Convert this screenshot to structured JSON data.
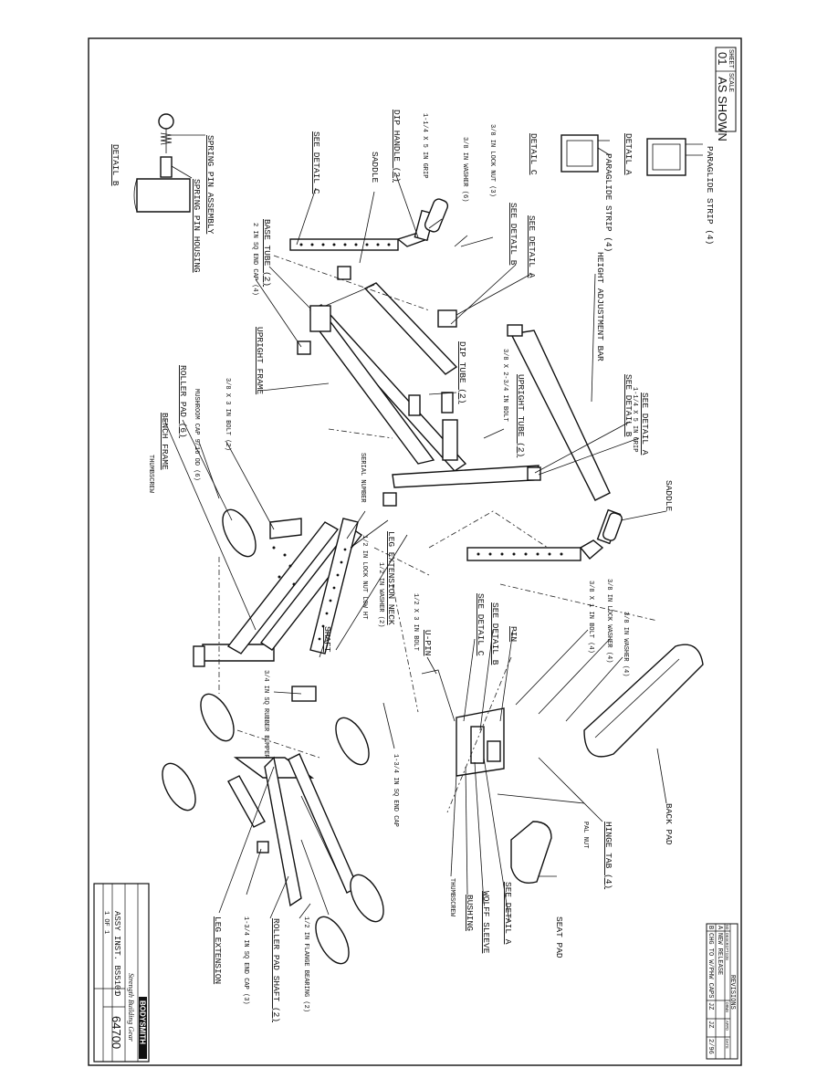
{
  "revisions": {
    "title": "REVISIONS",
    "headers": [
      "NO",
      "DESCRIPTION",
      "DRWN",
      "APPD",
      "DATE"
    ],
    "rows": [
      {
        "no": "A",
        "desc": "NEW RELEASE"
      },
      {
        "no": "B",
        "desc": "CHG TO W/PHW CAPS",
        "drwn": "JZ",
        "appd": "JZ",
        "date": "2/96"
      }
    ]
  },
  "scale_block": {
    "label": "SCALE",
    "value": "AS SHOWN",
    "sheet_label": "SHEET",
    "sheet_value": "01"
  },
  "title_block": {
    "company": "BODYSMITH",
    "tagline": "Strength Building Gear",
    "title": "ASSY INST. BS5101",
    "drawing_no": "64700",
    "size": "D",
    "sheet": "1 OF 1"
  },
  "labels": {
    "paraglide_strip_top": "PARAGLIDE STRIP (4)",
    "detail_a": "DETAIL A",
    "paraglide_strip_c": "PARAGLIDE STRIP (4)",
    "detail_c": "DETAIL C",
    "height_adjustment_bar": "HEIGHT ADJUSTMENT BAR",
    "see_detail_a_1": "SEE DETAIL A",
    "see_detail_b_1": "SEE DETAIL B",
    "lock_nut_3_8": "3/8 IN LOCK NUT (3)",
    "washer_3_8": "3/8 IN WASHER (6)",
    "grip_1": "1-1/4 X 5 IN GRIP",
    "dip_handle": "DIP HANDLE (2)",
    "saddle_1": "SADDLE",
    "see_detail_c_1": "SEE DETAIL C",
    "spring_pin_assembly": "SPRING PIN ASSEMBLY",
    "spring_pin_housing": "SPRING PIN HOUSING",
    "detail_b": "DETAIL B",
    "base_tube": "BASE TUBE (2)",
    "end_cap_2in": "2 IN SQ END CAP (4)",
    "upright_frame": "UPRIGHT FRAME",
    "dip_tube": "DIP TUBE (2)",
    "bolt_3_8_2_3_4": "3/8 X 2-3/4 IN BOLT",
    "upright_tube": "UPRIGHT TUBE (2)",
    "grip_2": "1-1/4 X 5 IN GRIP",
    "see_detail_b_2": "SEE DETAIL B",
    "see_detail_a_2": "SEE DETAIL A",
    "saddle_2": "SADDLE",
    "bolt_3_8_3": "3/8 X 3 IN BOLT (2)",
    "mushroom_cap": "MUSHROOM CAP 9/16 OD (6)",
    "roller_pad": "ROLLER PAD (6)",
    "bench_frame": "BENCH FRAME",
    "thumbscrew_1": "THUMBSCREW",
    "serial_number": "SERIAL NUMBER",
    "lock_nut_1_2": "1/2 IN LOCK NUT LOW HT",
    "washer_1_2": "1/2 IN WASHER (2)",
    "leg_extension_neck": "LEG EXTENSION NECK",
    "bolt_1_2_3": "1/2 X 3 IN BOLT",
    "shaft": "SHAFT",
    "u_pin": "U-PIN",
    "rubber_bumper": "3/4 IN SQ RUBBER BUMPER",
    "end_cap_1_3_4_a": "1-3/4 IN SQ END CAP",
    "see_detail_c_2": "SEE DETAIL C",
    "see_detail_b_3": "SEE DETAIL B",
    "pin": "PIN",
    "bolt_3_8_1": "3/8 X 1 IN BOLT (4)",
    "lock_washer": "3/8 IN LOCK WASHER (4)",
    "washer_3_8_4": "3/8 IN WASHER (4)",
    "back_pad": "BACK PAD",
    "hinge_tab": "HINGE TAB (4)",
    "pal_nut": "PAL NUT",
    "see_detail_a_3": "SEE DETAIL A",
    "wolff_sleeve": "WOLFF SLEEVE",
    "bushing": "BUSHING",
    "thumbscrew_2": "THUMBSCREW",
    "seat_pad": "SEAT PAD",
    "roller_pad_shaft": "ROLLER PAD SHAFT (2)",
    "flange_bearing": "1/2 IN FLANGE BEARING (2)",
    "end_cap_1_3_4_b": "1-3/4 IN SQ END CAP (3)",
    "leg_extension": "LEG EXTENSION"
  }
}
